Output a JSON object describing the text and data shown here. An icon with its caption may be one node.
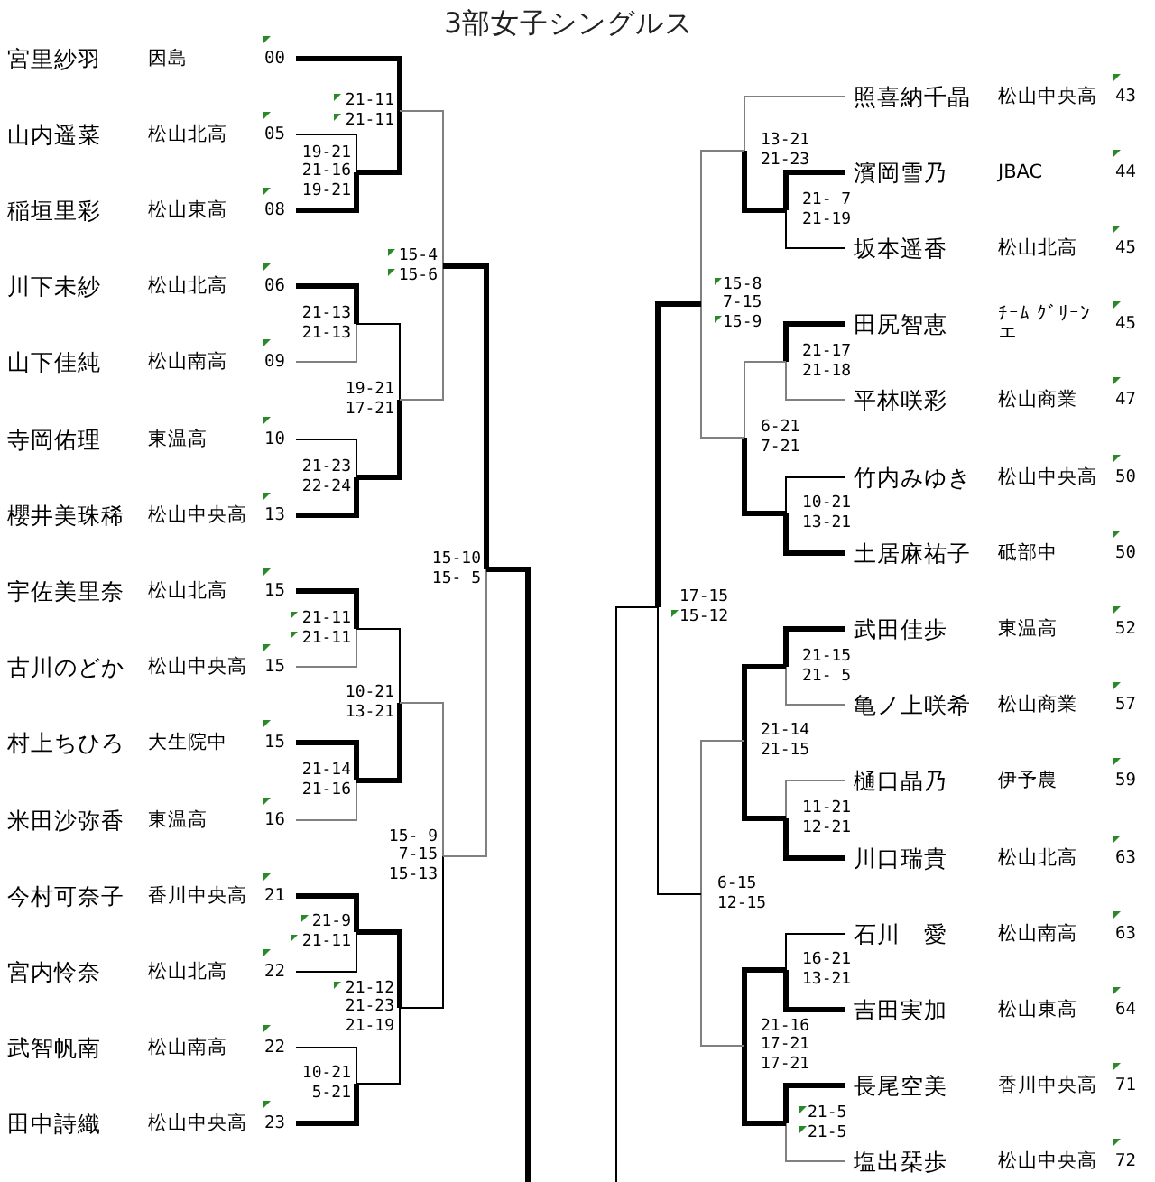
{
  "diagram": {
    "title": "3部女子シングルス",
    "nodes": [
      {
        "text": [
          "宮里紗羽",
          "因島",
          "00"
        ]
      },
      {
        "text": [
          "山内遥菜",
          "松山北高",
          "05"
        ]
      },
      {
        "text": [
          "稲垣里彩",
          "松山東高",
          "08"
        ]
      },
      {
        "text": [
          "川下未紗",
          "松山北高",
          "06"
        ]
      },
      {
        "text": [
          "山下佳純",
          "松山南高",
          "09"
        ]
      },
      {
        "text": [
          "寺岡佑理",
          "東温高",
          "10"
        ]
      },
      {
        "text": [
          "櫻井美珠稀",
          "松山中央高",
          "13"
        ]
      },
      {
        "text": [
          "宇佐美里奈",
          "松山北高",
          "15"
        ]
      },
      {
        "text": [
          "古川のどか",
          "松山中央高",
          "15"
        ]
      },
      {
        "text": [
          "村上ちひろ",
          "大生院中",
          "15"
        ]
      },
      {
        "text": [
          "米田沙弥香",
          "東温高",
          "16"
        ]
      },
      {
        "text": [
          "今村可奈子",
          "香川中央高",
          "21"
        ]
      },
      {
        "text": [
          "宮内怜奈",
          "松山北高",
          "22"
        ]
      },
      {
        "text": [
          "武智帆南",
          "松山南高",
          "22"
        ]
      },
      {
        "text": [
          "田中詩織",
          "松山中央高",
          "23"
        ]
      },
      {
        "text": [
          "照喜納千晶",
          "松山中央高",
          "43"
        ]
      },
      {
        "text": [
          "濱岡雪乃",
          "JBAC",
          "44"
        ]
      },
      {
        "text": [
          "坂本遥香",
          "松山北高",
          "45"
        ]
      },
      {
        "text": [
          "田尻智恵",
          "ﾁｰﾑ ｸﾞﾘｰﾝエ",
          "45"
        ]
      },
      {
        "text": [
          "平林咲彩",
          "松山商業",
          "47"
        ]
      },
      {
        "text": [
          "竹内みゆき",
          "松山中央高",
          "50"
        ]
      },
      {
        "text": [
          "土居麻祐子",
          "砥部中",
          "50"
        ]
      },
      {
        "text": [
          "武田佳歩",
          "東温高",
          "52"
        ]
      },
      {
        "text": [
          "亀ノ上咲希",
          "松山商業",
          "57"
        ]
      },
      {
        "text": [
          "樋口晶乃",
          "伊予農",
          "59"
        ]
      },
      {
        "text": [
          "川口瑞貴",
          "松山北高",
          "63"
        ]
      },
      {
        "text": [
          "石川　愛",
          "松山南高",
          "63"
        ]
      },
      {
        "text": [
          "吉田実加",
          "松山東高",
          "64"
        ]
      },
      {
        "text": [
          "長尾空美",
          "香川中央高",
          "71"
        ]
      },
      {
        "text": [
          "塩出栞歩",
          "松山中央高",
          "72"
        ]
      },
      {
        "text": [
          "19-21",
          "21-16",
          "19-21"
        ]
      },
      {
        "text": [
          "21-11",
          "21-11"
        ]
      },
      {
        "text": [
          "21-13",
          "21-13"
        ]
      },
      {
        "text": [
          "21-23",
          "22-24"
        ]
      },
      {
        "text": [
          "19-21",
          "17-21"
        ]
      },
      {
        "text": [
          "15-4",
          "15-6"
        ]
      },
      {
        "text": [
          "21-11",
          "21-11"
        ]
      },
      {
        "text": [
          "21-14",
          "21-16"
        ]
      },
      {
        "text": [
          "10-21",
          "13-21"
        ]
      },
      {
        "text": [
          "21-9",
          "21-11"
        ]
      },
      {
        "text": [
          "10-21",
          "5-21"
        ]
      },
      {
        "text": [
          "21-12",
          "21-23",
          "21-19"
        ]
      },
      {
        "text": [
          "15- 9",
          "7-15",
          "15-13"
        ]
      },
      {
        "text": [
          "15-10",
          "15- 5"
        ]
      },
      {
        "text": [
          "21- 7",
          "21-19"
        ]
      },
      {
        "text": [
          "13-21",
          "21-23"
        ]
      },
      {
        "text": [
          "21-17",
          "21-18"
        ]
      },
      {
        "text": [
          "10-21",
          "13-21"
        ]
      },
      {
        "text": [
          "6-21",
          "7-21"
        ]
      },
      {
        "text": [
          "15-8",
          "7-15",
          "15-9"
        ]
      },
      {
        "text": [
          "21-15",
          "21- 5"
        ]
      },
      {
        "text": [
          "11-21",
          "12-21"
        ]
      },
      {
        "text": [
          "21-14",
          "21-15"
        ]
      },
      {
        "text": [
          "16-21",
          "13-21"
        ]
      },
      {
        "text": [
          "21-5",
          "21-5"
        ]
      },
      {
        "text": [
          "21-16",
          "17-21",
          "17-21"
        ]
      },
      {
        "text": [
          "6-15",
          "12-15"
        ]
      },
      {
        "text": [
          "17-15",
          "15-12"
        ]
      }
    ],
    "edges": [
      {
        "from": 0,
        "to": 31,
        "arrow": "none",
        "style": "thick"
      },
      {
        "from": 1,
        "to": 30,
        "arrow": "none"
      },
      {
        "from": 2,
        "to": 30,
        "arrow": "none",
        "style": "thick"
      },
      {
        "from": 30,
        "to": 31,
        "arrow": "none",
        "style": "thick"
      },
      {
        "from": 3,
        "to": 32,
        "arrow": "none",
        "style": "thick"
      },
      {
        "from": 4,
        "to": 32,
        "arrow": "none",
        "color": "#808080"
      },
      {
        "from": 5,
        "to": 33,
        "arrow": "none"
      },
      {
        "from": 6,
        "to": 33,
        "arrow": "none",
        "style": "thick"
      },
      {
        "from": 32,
        "to": 34,
        "arrow": "none"
      },
      {
        "from": 33,
        "to": 34,
        "arrow": "none",
        "style": "thick"
      },
      {
        "from": 31,
        "to": 35,
        "arrow": "none",
        "color": "#808080"
      },
      {
        "from": 34,
        "to": 35,
        "arrow": "none",
        "color": "#808080"
      },
      {
        "from": 7,
        "to": 36,
        "arrow": "none",
        "style": "thick"
      },
      {
        "from": 8,
        "to": 36,
        "arrow": "none",
        "color": "#808080"
      },
      {
        "from": 9,
        "to": 37,
        "arrow": "none",
        "style": "thick"
      },
      {
        "from": 10,
        "to": 37,
        "arrow": "none",
        "color": "#808080"
      },
      {
        "from": 36,
        "to": 38,
        "arrow": "none"
      },
      {
        "from": 37,
        "to": 38,
        "arrow": "none",
        "style": "thick"
      },
      {
        "from": 11,
        "to": 39,
        "arrow": "none",
        "style": "thick"
      },
      {
        "from": 12,
        "to": 39,
        "arrow": "none"
      },
      {
        "from": 13,
        "to": 40,
        "arrow": "none"
      },
      {
        "from": 14,
        "to": 40,
        "arrow": "none",
        "style": "thick"
      },
      {
        "from": 39,
        "to": 41,
        "arrow": "none",
        "style": "thick"
      },
      {
        "from": 40,
        "to": 41,
        "arrow": "none"
      },
      {
        "from": 38,
        "to": 42,
        "arrow": "none",
        "color": "#808080"
      },
      {
        "from": 41,
        "to": 42,
        "arrow": "none"
      },
      {
        "from": 35,
        "to": 43,
        "arrow": "none",
        "style": "thick"
      },
      {
        "from": 42,
        "to": 43,
        "arrow": "none",
        "color": "#808080"
      },
      {
        "from": 43,
        "to": null,
        "arrow": "none",
        "style": "thick"
      },
      {
        "from": 15,
        "to": 45,
        "arrow": "none",
        "color": "#808080"
      },
      {
        "from": 16,
        "to": 44,
        "arrow": "none",
        "style": "thick"
      },
      {
        "from": 17,
        "to": 44,
        "arrow": "none"
      },
      {
        "from": 44,
        "to": 45,
        "arrow": "none",
        "style": "thick"
      },
      {
        "from": 18,
        "to": 46,
        "arrow": "none",
        "style": "thick"
      },
      {
        "from": 19,
        "to": 46,
        "arrow": "none",
        "color": "#808080"
      },
      {
        "from": 20,
        "to": 47,
        "arrow": "none"
      },
      {
        "from": 21,
        "to": 47,
        "arrow": "none",
        "style": "thick"
      },
      {
        "from": 46,
        "to": 48,
        "arrow": "none",
        "color": "#808080"
      },
      {
        "from": 47,
        "to": 48,
        "arrow": "none",
        "style": "thick"
      },
      {
        "from": 45,
        "to": 49,
        "arrow": "none",
        "color": "#808080"
      },
      {
        "from": 48,
        "to": 49,
        "arrow": "none",
        "color": "#808080"
      },
      {
        "from": 22,
        "to": 50,
        "arrow": "none",
        "style": "thick"
      },
      {
        "from": 23,
        "to": 50,
        "arrow": "none",
        "color": "#808080"
      },
      {
        "from": 24,
        "to": 51,
        "arrow": "none",
        "color": "#808080"
      },
      {
        "from": 25,
        "to": 51,
        "arrow": "none",
        "style": "thick"
      },
      {
        "from": 50,
        "to": 52,
        "arrow": "none",
        "style": "thick"
      },
      {
        "from": 51,
        "to": 52,
        "arrow": "none",
        "style": "thick"
      },
      {
        "from": 26,
        "to": 53,
        "arrow": "none"
      },
      {
        "from": 27,
        "to": 53,
        "arrow": "none",
        "style": "thick"
      },
      {
        "from": 28,
        "to": 54,
        "arrow": "none",
        "style": "thick"
      },
      {
        "from": 29,
        "to": 54,
        "arrow": "none",
        "color": "#808080"
      },
      {
        "from": 53,
        "to": 55,
        "arrow": "none",
        "style": "thick"
      },
      {
        "from": 54,
        "to": 55,
        "arrow": "none",
        "style": "thick"
      },
      {
        "from": 52,
        "to": 56,
        "arrow": "none",
        "color": "#808080"
      },
      {
        "from": 55,
        "to": 56,
        "arrow": "none",
        "color": "#808080"
      },
      {
        "from": 49,
        "to": 57,
        "arrow": "none",
        "style": "thick"
      },
      {
        "from": 56,
        "to": 57,
        "arrow": "none"
      },
      {
        "from": 57,
        "to": null,
        "arrow": "none"
      }
    ]
  }
}
